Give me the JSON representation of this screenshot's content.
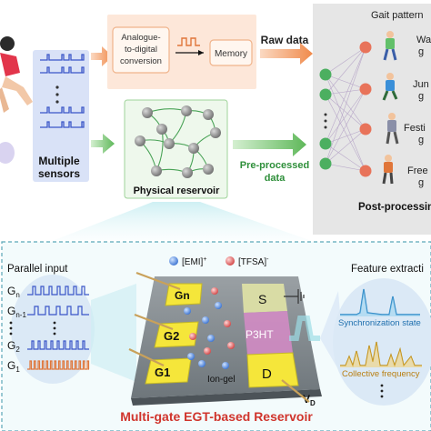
{
  "top": {
    "adc_label_lines": [
      "Analogue-",
      "to-digital",
      "conversion"
    ],
    "memory_label": "Memory",
    "raw_data_label": "Raw data",
    "sensors_label_lines": [
      "Multiple",
      "sensors"
    ],
    "reservoir_label": "Physical reservoir",
    "preprocessed_label_lines": [
      "Pre-processed",
      "data"
    ],
    "gait_patterns_label": "Gait pattern",
    "gait_labels": [
      "Wa",
      "Jun",
      "Festi",
      "Free"
    ],
    "gait_suffix": "g",
    "post_processing_label": "Post-processin"
  },
  "bottom": {
    "parallel_input_label": "Parallel input",
    "gate_inputs": [
      {
        "base": "G",
        "sub": "n"
      },
      {
        "base": "G",
        "sub": "n-1"
      },
      {
        "base": "G",
        "sub": "2"
      },
      {
        "base": "G",
        "sub": "1"
      }
    ],
    "emi_label": "[EMI]",
    "emi_sup": "+",
    "tfsa_label": "[TFSA]",
    "tfsa_sup": "-",
    "device_labels": {
      "gn": "Gn",
      "g2": "G2",
      "g1": "G1",
      "s": "S",
      "p3ht": "P3HT",
      "d": "D",
      "ion_gel": "Ion-gel",
      "vd": "V",
      "vd_sub": "D"
    },
    "feature_label": "Feature extracti",
    "sync_label": "Synchronization state",
    "collective_label": "Collective frequency",
    "title": "Multi-gate EGT-based Reservoir"
  },
  "colors": {
    "orange_arrow": "#f08a4b",
    "green_arrow": "#7cc576",
    "reservoir_green": "#4aa357",
    "device_yellow": "#f5e63a",
    "title_red": "#d0342c",
    "pulse_blue": "#3a56c8",
    "pulse_orange": "#e0763a"
  }
}
